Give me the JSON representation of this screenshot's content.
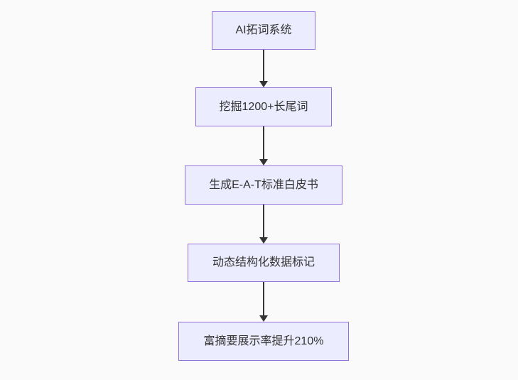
{
  "diagram": {
    "type": "flowchart",
    "direction": "top-down",
    "nodes": [
      {
        "label": "AI拓词系统"
      },
      {
        "label": "挖掘1200+长尾词"
      },
      {
        "label": "生成E-A-T标准白皮书"
      },
      {
        "label": "动态结构化数据标记"
      },
      {
        "label": "富摘要展示率提升210%"
      }
    ],
    "edges": [
      {
        "from": 0,
        "to": 1
      },
      {
        "from": 1,
        "to": 2
      },
      {
        "from": 2,
        "to": 3
      },
      {
        "from": 3,
        "to": 4
      }
    ],
    "colors": {
      "background": "#FAFAFA",
      "node_fill": "#ECECFF",
      "node_border": "#9370DB",
      "text": "#333333",
      "arrow": "#333333"
    }
  }
}
